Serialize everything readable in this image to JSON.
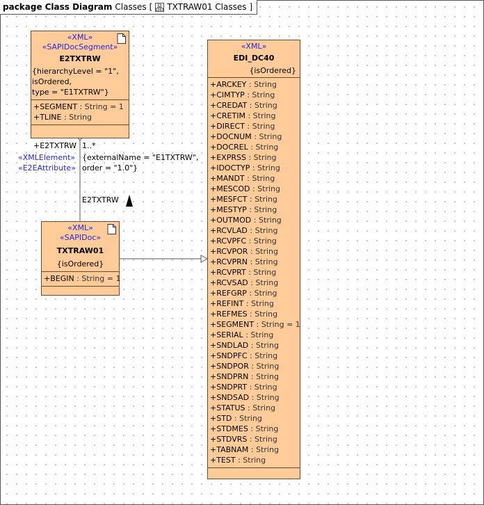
{
  "frame": {
    "kind": "package",
    "title": "Class Diagram",
    "path_prefix": "Classes",
    "bracket_open": "[",
    "diagram_name": "TXTRAW01 Classes",
    "bracket_close": "]"
  },
  "classes": {
    "e2txtrw": {
      "stereotypes": [
        "«XML»",
        "«SAPIDocSegment»"
      ],
      "name": "E2TXTRW",
      "tagged_values": [
        "{hierarchyLevel = \"1\",",
        "isOrdered,",
        "type = \"E1TXTRW\"}"
      ],
      "attributes": [
        {
          "name": "+SEGMENT",
          "type": " : String = 1"
        },
        {
          "name": "+TLINE",
          "type": " : String"
        }
      ]
    },
    "txtraw01": {
      "stereotypes": [
        "«XML»",
        "«SAPIDoc»"
      ],
      "name": "TXTRAW01",
      "constraint": "{isOrdered}",
      "attributes": [
        {
          "name": "+BEGIN",
          "type": " : String = 1"
        }
      ]
    },
    "edi_dc40": {
      "stereotypes": [
        "«XML»"
      ],
      "name": "EDI_DC40",
      "constraint": "{isOrdered}",
      "attributes": [
        {
          "name": "+ARCKEY",
          "type": " : String"
        },
        {
          "name": "+CIMTYP",
          "type": " : String"
        },
        {
          "name": "+CREDAT",
          "type": " : String"
        },
        {
          "name": "+CRETIM",
          "type": " : String"
        },
        {
          "name": "+DIRECT",
          "type": " : String"
        },
        {
          "name": "+DOCNUM",
          "type": " : String"
        },
        {
          "name": "+DOCREL",
          "type": " : String"
        },
        {
          "name": "+EXPRSS",
          "type": " : String"
        },
        {
          "name": "+IDOCTYP",
          "type": " : String"
        },
        {
          "name": "+MANDT",
          "type": " : String"
        },
        {
          "name": "+MESCOD",
          "type": " : String"
        },
        {
          "name": "+MESFCT",
          "type": " : String"
        },
        {
          "name": "+MESTYP",
          "type": " : String"
        },
        {
          "name": "+OUTMOD",
          "type": " : String"
        },
        {
          "name": "+RCVLAD",
          "type": " : String"
        },
        {
          "name": "+RCVPFC",
          "type": " : String"
        },
        {
          "name": "+RCVPOR",
          "type": " : String"
        },
        {
          "name": "+RCVPRN",
          "type": " : String"
        },
        {
          "name": "+RCVPRT",
          "type": " : String"
        },
        {
          "name": "+RCVSAD",
          "type": " : String"
        },
        {
          "name": "+REFGRP",
          "type": " : String"
        },
        {
          "name": "+REFINT",
          "type": " : String"
        },
        {
          "name": "+REFMES",
          "type": " : String"
        },
        {
          "name": "+SEGMENT",
          "type": " : String = 1"
        },
        {
          "name": "+SERIAL",
          "type": " : String"
        },
        {
          "name": "+SNDLAD",
          "type": " : String"
        },
        {
          "name": "+SNDPFC",
          "type": " : String"
        },
        {
          "name": "+SNDPOR",
          "type": " : String"
        },
        {
          "name": "+SNDPRN",
          "type": " : String"
        },
        {
          "name": "+SNDPRT",
          "type": " : String"
        },
        {
          "name": "+SNDSAD",
          "type": " : String"
        },
        {
          "name": "+STATUS",
          "type": " : String"
        },
        {
          "name": "+STD",
          "type": " : String"
        },
        {
          "name": "+STDMES",
          "type": " : String"
        },
        {
          "name": "+STDVRS",
          "type": " : String"
        },
        {
          "name": "+TABNAM",
          "type": " : String"
        },
        {
          "name": "+TEST",
          "type": " : String"
        }
      ]
    }
  },
  "association": {
    "role_name": "+E2TXTRW",
    "multiplicity": "1..*",
    "role_stereotypes": [
      "«XMLElement»",
      "«E2EAttribute»"
    ],
    "tagged_values": [
      "{externalName = \"E1TXTRW\",",
      "order = \"1.0\"}"
    ],
    "name": "E2TXTRW"
  },
  "icons": {
    "frame_ref": "diagram-reference-icon",
    "class_doc": "class-document-icon",
    "direction": "association-direction-arrow-icon"
  }
}
